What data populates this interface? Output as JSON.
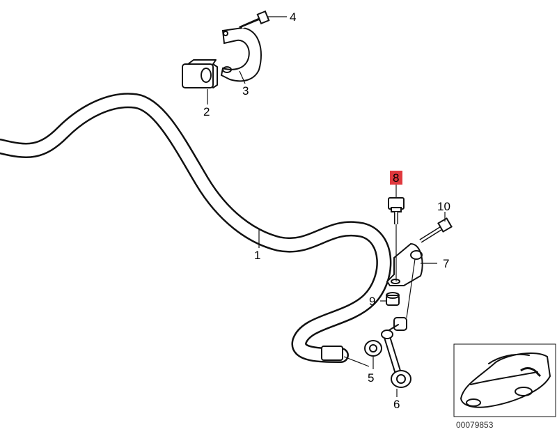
{
  "callouts": {
    "c1": "1",
    "c2": "2",
    "c3": "3",
    "c4": "4",
    "c5": "5",
    "c6": "6",
    "c7": "7",
    "c8": "8",
    "c9": "9",
    "c10": "10"
  },
  "highlight_color": "#e0393e",
  "diagram_id": "00079853"
}
